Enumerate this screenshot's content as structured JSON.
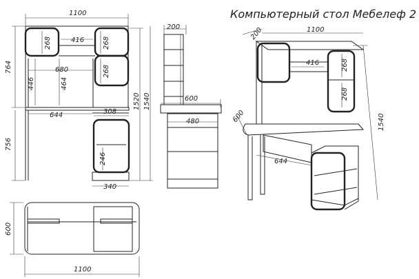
{
  "title": "Компьютерный стол Мебелеф 2",
  "front_view": {
    "width": "1100",
    "shelf_inner_width": "416",
    "upper_shelf_height_left": "268",
    "upper_shelf_height_right_top": "268",
    "upper_shelf_height_right_bottom": "268",
    "middle_width": "680",
    "left_niche_height": "446",
    "center_niche_height": "464",
    "upper_height": "764",
    "total_height_1": "1520",
    "total_height_2": "1540",
    "desk_height": "756",
    "leg_span": "644",
    "pedestal_width": "308",
    "pedestal_shelf_height": "246",
    "pedestal_base_width": "340"
  },
  "side_view": {
    "top_depth": "200",
    "desk_depth": "600",
    "pedestal_depth": "480"
  },
  "top_view": {
    "depth": "600",
    "width": "1100"
  },
  "iso_view": {
    "top_depth": "200",
    "width": "1100",
    "shelf_width": "416",
    "shelf_height_1": "268",
    "shelf_height_2": "268",
    "depth": "600",
    "leg_span": "644",
    "height": "1540"
  }
}
